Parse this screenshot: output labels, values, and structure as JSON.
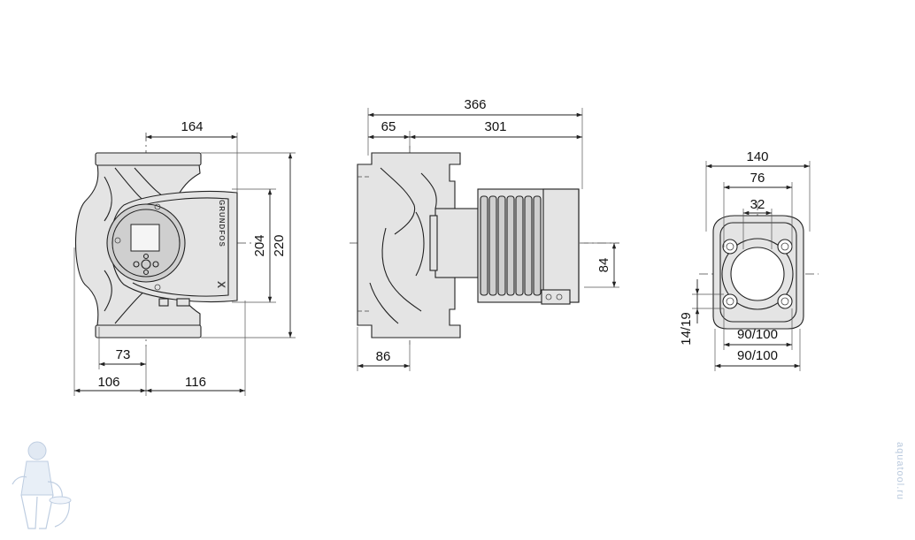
{
  "dimensions": {
    "front_view": {
      "width_right": "164",
      "height_inner": "204",
      "height_total": "220",
      "offset_left_73": "73",
      "bottom_left": "106",
      "bottom_right": "116"
    },
    "side_view": {
      "total_length": "366",
      "flange_part": "65",
      "motor_part": "301",
      "height_motor": "84",
      "bottom_flange": "86"
    },
    "flange_view": {
      "outer": "140",
      "bolt_circle": "76",
      "bore": "32",
      "hole_size": "14/19",
      "pitch_inner": "90/100",
      "pitch_outer": "90/100"
    }
  },
  "brand": {
    "logo_text": "GRUNDFOS",
    "logo_mark": "X"
  },
  "watermark": {
    "text": "aquatool.ru",
    "mascot_icon": "plumber-mascot"
  },
  "colors": {
    "line": "#222222",
    "fill_light": "#e4e4e4",
    "fill_dark": "#cfcfcf",
    "watermark": "#b9c9dd"
  }
}
